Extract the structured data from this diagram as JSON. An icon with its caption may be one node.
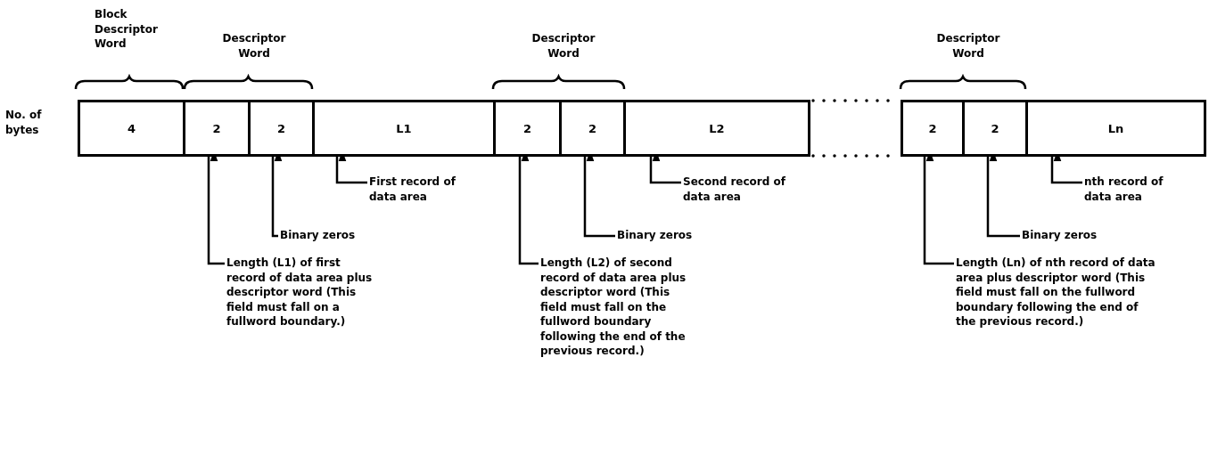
{
  "diagram": {
    "nodes": [
      {
        "text": [
          "4"
        ]
      },
      {
        "text": [
          "2"
        ]
      },
      {
        "text": [
          "2"
        ]
      },
      {
        "text": [
          "L1"
        ]
      },
      {
        "text": [
          "2"
        ]
      },
      {
        "text": [
          "2"
        ]
      },
      {
        "text": [
          "L2"
        ]
      },
      {
        "text": [
          "2"
        ]
      },
      {
        "text": [
          "2"
        ]
      },
      {
        "text": [
          "Ln"
        ]
      },
      {
        "text": [
          "First record of data area"
        ]
      },
      {
        "text": [
          "Binary zeros"
        ]
      },
      {
        "text": [
          "Length (L1) of first record of data area plus descriptor word (This field must fall on a fullword boundary.)"
        ]
      },
      {
        "text": [
          "Second record of data area"
        ]
      },
      {
        "text": [
          "Binary zeros"
        ]
      },
      {
        "text": [
          "Length (L2) of second record of data area plus descriptor word (This field must fall on the fullword boundary following the end of the previous record.)"
        ]
      },
      {
        "text": [
          "nth record of data area"
        ]
      },
      {
        "text": [
          "Binary zeros"
        ]
      },
      {
        "text": [
          "Length (Ln) of nth record of data area plus descriptor word (This field must fall on the fullword boundary following the end of the previous record.)"
        ]
      }
    ],
    "edges": [
      {
        "from": 10,
        "to": 3,
        "arrow": "to"
      },
      {
        "from": 11,
        "to": 2,
        "arrow": "to"
      },
      {
        "from": 12,
        "to": 1,
        "arrow": "to"
      },
      {
        "from": 13,
        "to": 6,
        "arrow": "to"
      },
      {
        "from": 14,
        "to": 5,
        "arrow": "to"
      },
      {
        "from": 15,
        "to": 4,
        "arrow": "to"
      },
      {
        "from": 16,
        "to": 9,
        "arrow": "to"
      },
      {
        "from": 17,
        "to": 8,
        "arrow": "to"
      },
      {
        "from": 18,
        "to": 7,
        "arrow": "to"
      }
    ],
    "labels": [
      "Block Descriptor Word",
      "Descriptor Word",
      "Descriptor Word",
      "Descriptor Word",
      "No. of bytes"
    ]
  }
}
